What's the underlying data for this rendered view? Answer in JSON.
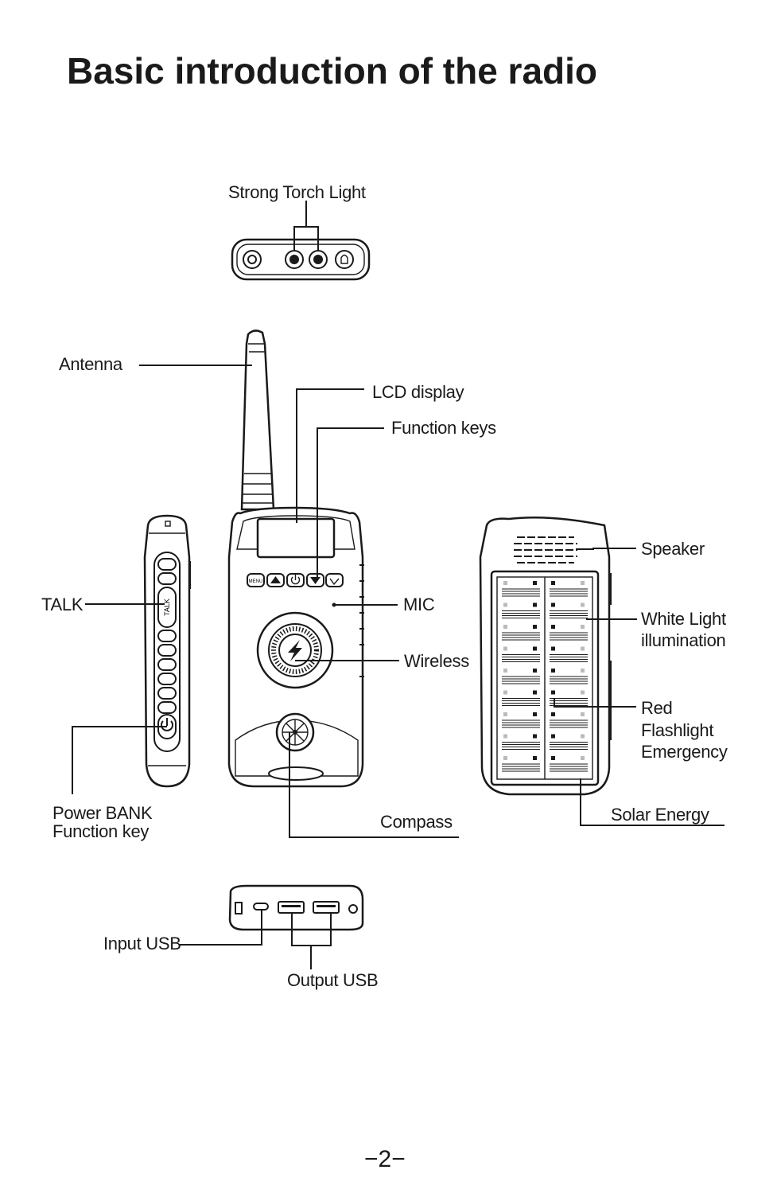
{
  "page": {
    "title": "Basic introduction of the radio",
    "page_number": "−2−"
  },
  "labels": {
    "torch": "Strong Torch Light",
    "antenna": "Antenna",
    "lcd": "LCD display",
    "function_keys": "Function keys",
    "talk": "TALK",
    "mic": "MIC",
    "wireless": "Wireless",
    "speaker": "Speaker",
    "white_light_1": "White Light",
    "white_light_2": "illumination",
    "red_1": "Red",
    "red_2": "Flashlight",
    "red_3": "Emergency",
    "power_bank_1": "Power BANK",
    "power_bank_2": "Function key",
    "compass": "Compass",
    "solar": "Solar Energy",
    "input_usb": "Input USB",
    "output_usb": "Output USB"
  },
  "device_markings": {
    "menu_key": "MENU",
    "talk_key": "TALK"
  },
  "icons": [
    "power-icon",
    "up-arrow-icon",
    "down-arrow-icon",
    "lightning-icon",
    "compass-rose-icon",
    "flashlight-icon"
  ]
}
